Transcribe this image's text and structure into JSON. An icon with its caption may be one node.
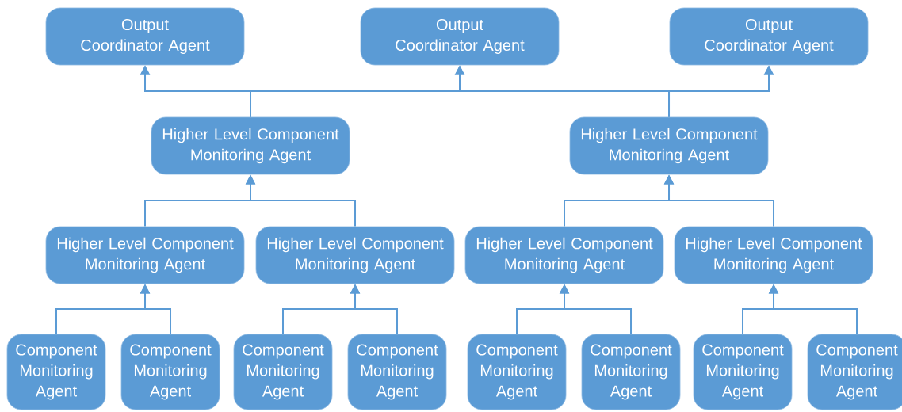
{
  "diagram": {
    "nodes": [
      {
        "text": [
          "Output Coordinator Agent"
        ]
      },
      {
        "text": [
          "Output Coordinator Agent"
        ]
      },
      {
        "text": [
          "Output Coordinator Agent"
        ]
      },
      {
        "text": [
          "Higher Level Component Monitoring Agent"
        ]
      },
      {
        "text": [
          "Higher Level Component Monitoring Agent"
        ]
      },
      {
        "text": [
          "Higher Level Component Monitoring Agent"
        ]
      },
      {
        "text": [
          "Higher Level Component Monitoring Agent"
        ]
      },
      {
        "text": [
          "Higher Level Component Monitoring Agent"
        ]
      },
      {
        "text": [
          "Higher Level Component Monitoring Agent"
        ]
      },
      {
        "text": [
          "Component Monitoring Agent"
        ]
      },
      {
        "text": [
          "Component Monitoring Agent"
        ]
      },
      {
        "text": [
          "Component Monitoring Agent"
        ]
      },
      {
        "text": [
          "Component Monitoring Agent"
        ]
      },
      {
        "text": [
          "Component Monitoring Agent"
        ]
      },
      {
        "text": [
          "Component Monitoring Agent"
        ]
      },
      {
        "text": [
          "Component Monitoring Agent"
        ]
      },
      {
        "text": [
          "Component Monitoring Agent"
        ]
      }
    ],
    "edges": [
      {
        "from": 3,
        "to": 0,
        "arrow": "to"
      },
      {
        "from": 3,
        "to": 1,
        "arrow": "to"
      },
      {
        "from": 3,
        "to": 2,
        "arrow": "to"
      },
      {
        "from": 4,
        "to": 0,
        "arrow": "to"
      },
      {
        "from": 4,
        "to": 1,
        "arrow": "to"
      },
      {
        "from": 4,
        "to": 2,
        "arrow": "to"
      },
      {
        "from": 5,
        "to": 3,
        "arrow": "to"
      },
      {
        "from": 6,
        "to": 3,
        "arrow": "to"
      },
      {
        "from": 7,
        "to": 4,
        "arrow": "to"
      },
      {
        "from": 8,
        "to": 4,
        "arrow": "to"
      },
      {
        "from": 9,
        "to": 5,
        "arrow": "to"
      },
      {
        "from": 10,
        "to": 5,
        "arrow": "to"
      },
      {
        "from": 11,
        "to": 6,
        "arrow": "to"
      },
      {
        "from": 12,
        "to": 6,
        "arrow": "to"
      },
      {
        "from": 13,
        "to": 7,
        "arrow": "to"
      },
      {
        "from": 14,
        "to": 7,
        "arrow": "to"
      },
      {
        "from": 15,
        "to": 8,
        "arrow": "to"
      },
      {
        "from": 16,
        "to": 8,
        "arrow": "to"
      }
    ]
  }
}
